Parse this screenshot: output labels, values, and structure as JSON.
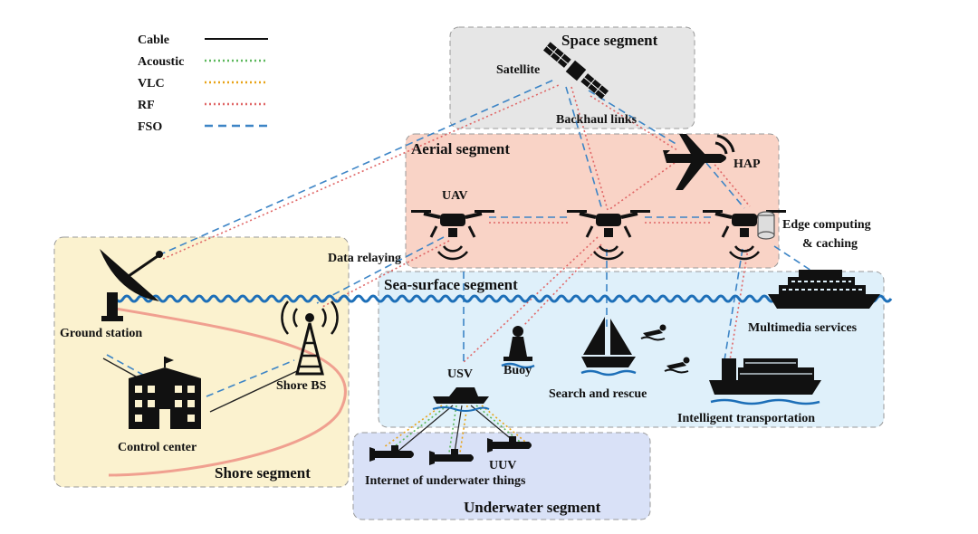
{
  "legend": [
    {
      "label": "Cable",
      "color": "#111111",
      "style": "solid"
    },
    {
      "label": "Acoustic",
      "color": "#5cb85c",
      "style": "dotted"
    },
    {
      "label": "VLC",
      "color": "#e8a317",
      "style": "dotted"
    },
    {
      "label": "RF",
      "color": "#e06666",
      "style": "dotted"
    },
    {
      "label": "FSO",
      "color": "#3d85c6",
      "style": "dashed"
    }
  ],
  "segments": {
    "space": "Space segment",
    "aerial": "Aerial segment",
    "sea_surface": "Sea-surface segment",
    "shore": "Shore segment",
    "underwater": "Underwater segment"
  },
  "nodes": {
    "satellite": "Satellite",
    "backhaul": "Backhaul links",
    "hap": "HAP",
    "uav": "UAV",
    "edge_line1": "Edge computing",
    "edge_line2": "& caching",
    "data_relaying": "Data relaying",
    "ground_station": "Ground station",
    "control_center": "Control center",
    "shore_bs": "Shore BS",
    "usv": "USV",
    "buoy": "Buoy",
    "search_rescue": "Search and rescue",
    "multimedia": "Multimedia services",
    "transport": "Intelligent transportation",
    "uuv": "UUV",
    "iout": "Internet of underwater things"
  },
  "colors": {
    "space_bg": "#e6e6e6",
    "aerial_bg": "#f9d3c6",
    "sea_bg": "#dff0fa",
    "shore_bg": "#fbf2cf",
    "underwater_bg": "#d9e1f7",
    "wave": "#1d6fb8"
  }
}
